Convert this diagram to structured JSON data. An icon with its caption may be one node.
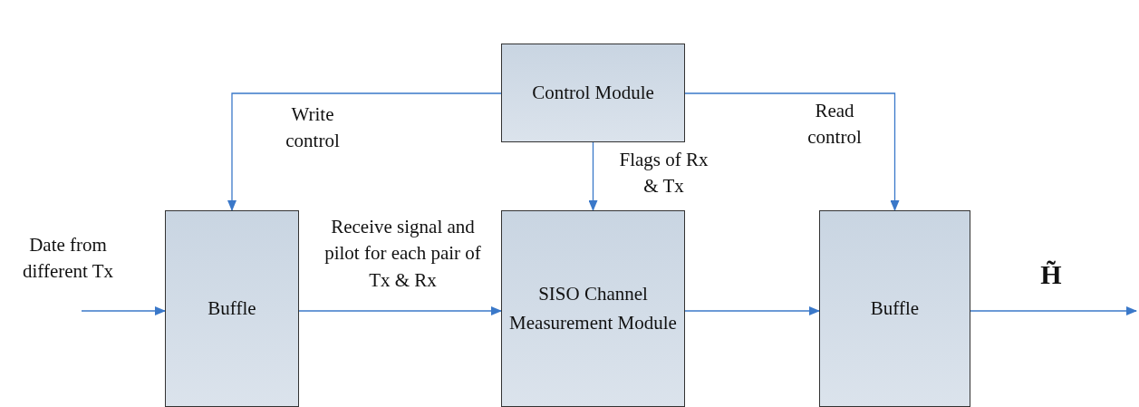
{
  "diagram": {
    "nodes": [
      {
        "text": [
          "Control Module"
        ]
      },
      {
        "text": [
          "Buffle"
        ]
      },
      {
        "text": [
          "SISO Channel Measurement Module"
        ]
      },
      {
        "text": [
          "Buffle"
        ]
      }
    ],
    "edges": [
      {
        "from": null,
        "to": 1,
        "arrow": "to",
        "label": "Date from different Tx"
      },
      {
        "from": 1,
        "to": 2,
        "arrow": "to",
        "label": "Receive signal and pilot for each pair of Tx & Rx"
      },
      {
        "from": 2,
        "to": 3,
        "arrow": "to"
      },
      {
        "from": 3,
        "to": null,
        "arrow": "to",
        "label": "H̃"
      },
      {
        "from": 0,
        "to": 1,
        "arrow": "to",
        "label": "Write control"
      },
      {
        "from": 0,
        "to": 2,
        "arrow": "to",
        "label": "Flags of Rx & Tx"
      },
      {
        "from": 0,
        "to": 3,
        "arrow": "to",
        "label": "Read control"
      }
    ]
  }
}
